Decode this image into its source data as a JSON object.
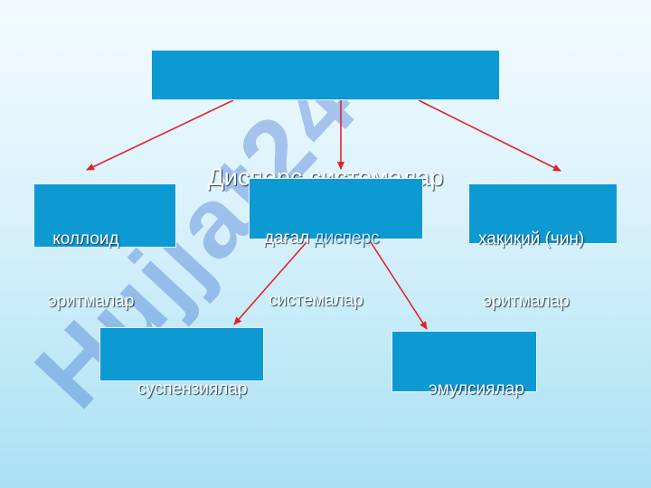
{
  "diagram": {
    "title": "Дисперс системалар",
    "colloid": {
      "line1": " коллоид",
      "line2": "эритмалар"
    },
    "coarse": {
      "line1a": "дағал ",
      "line1b": "дисперс",
      "line2": " системалар"
    },
    "true_solution": {
      "line1": "хақиқий (чин)",
      "line2": " эритмалар"
    },
    "suspensions": "суспензиялар",
    "emulsions": "эмулсиялар"
  },
  "watermark": {
    "text": "Hujjat24"
  },
  "colors": {
    "box_fill": "#0d9ad3",
    "arrow": "#e3202a",
    "watermark": "#1f57c9"
  }
}
